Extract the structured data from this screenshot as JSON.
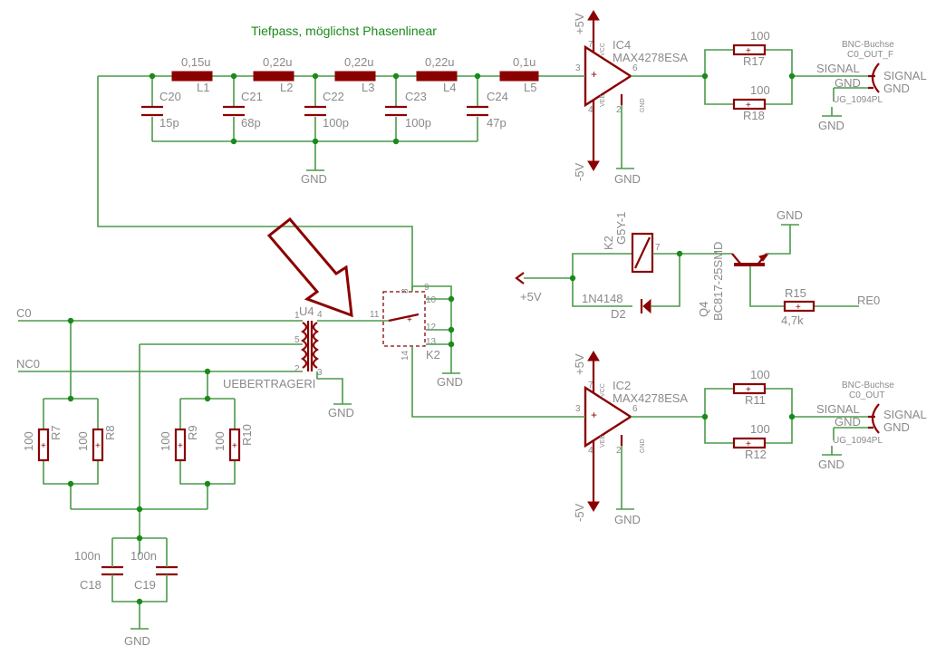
{
  "title": "Tiefpass, möglichst Phasenlinear",
  "colors": {
    "wire": "#4a9a4a",
    "component": "#8b0000",
    "junction": "#1a8a1a",
    "label": "#8a8a8a",
    "title": "#1a8a1a"
  },
  "filter": {
    "inductors": [
      {
        "name": "L1",
        "value": "0,15u"
      },
      {
        "name": "L2",
        "value": "0,22u"
      },
      {
        "name": "L3",
        "value": "0,22u"
      },
      {
        "name": "L4",
        "value": "0,22u"
      },
      {
        "name": "L5",
        "value": "0,1u"
      }
    ],
    "capacitors": [
      {
        "name": "C20",
        "value": "15p"
      },
      {
        "name": "C21",
        "value": "68p"
      },
      {
        "name": "C22",
        "value": "100p"
      },
      {
        "name": "C23",
        "value": "100p"
      },
      {
        "name": "C24",
        "value": "47p"
      }
    ],
    "gnd": "GND"
  },
  "opamp_top": {
    "name": "IC4",
    "part": "MAX4278ESA",
    "vcc": "VCC",
    "vee": "VEE",
    "gnd_pin": "GND",
    "pins": {
      "in": "3",
      "out": "6",
      "vcc": "7",
      "vee": "4",
      "gnd": "2"
    },
    "rail_pos": "+5V",
    "rail_neg": "-5V",
    "gnd": "GND"
  },
  "opamp_bot": {
    "name": "IC2",
    "part": "MAX4278ESA",
    "vcc": "VCC",
    "vee": "VEE",
    "gnd_pin": "GND",
    "pins": {
      "in": "3",
      "out": "6",
      "vcc": "7",
      "vee": "4",
      "gnd": "2"
    },
    "rail_pos": "+5V",
    "rail_neg": "-5V",
    "gnd": "GND"
  },
  "out_top": {
    "r1": {
      "name": "R17",
      "value": "100"
    },
    "r2": {
      "name": "R18",
      "value": "100"
    },
    "bnc": "BNC-Buchse",
    "conn": "C0_OUT_F",
    "net": "SIGNAL",
    "gnd": "GND",
    "pin_signal": "SIGNAL",
    "pin_gnd": "GND",
    "part": "UG_1094PL",
    "gnd_sym": "GND"
  },
  "out_bot": {
    "r1": {
      "name": "R11",
      "value": "100"
    },
    "r2": {
      "name": "R12",
      "value": "100"
    },
    "bnc": "BNC-Buchse",
    "conn": "C0_OUT",
    "net": "SIGNAL",
    "gnd": "GND",
    "pin_signal": "SIGNAL",
    "pin_gnd": "GND",
    "part": "UG_1094PL",
    "gnd_sym": "GND"
  },
  "relay": {
    "coil_name": "K2",
    "coil_part": "G5Y-1",
    "coil_pin": "7",
    "diode": "D2",
    "diode_part": "1N4148",
    "supply": "+5V",
    "switch_name": "K2",
    "pins": [
      "8",
      "9",
      "10",
      "11",
      "12",
      "13",
      "14"
    ]
  },
  "transistor": {
    "name": "Q4",
    "part": "BC817-25SMD",
    "gnd": "GND",
    "resistor": {
      "name": "R15",
      "value": "4,7k"
    },
    "net": "RE0"
  },
  "transformer": {
    "name": "U4",
    "label": "UEBERTRAGERI",
    "pins": [
      "1",
      "5",
      "2",
      "4",
      "3"
    ],
    "gnd": "GND"
  },
  "input": {
    "nets": [
      "C0",
      "NC0"
    ],
    "resistors": [
      {
        "name": "R7",
        "value": "100"
      },
      {
        "name": "R8",
        "value": "100"
      },
      {
        "name": "R9",
        "value": "100"
      },
      {
        "name": "R10",
        "value": "100"
      }
    ],
    "caps": [
      {
        "name": "C18",
        "value": "100n"
      },
      {
        "name": "C19",
        "value": "100n"
      }
    ],
    "gnd": "GND"
  }
}
